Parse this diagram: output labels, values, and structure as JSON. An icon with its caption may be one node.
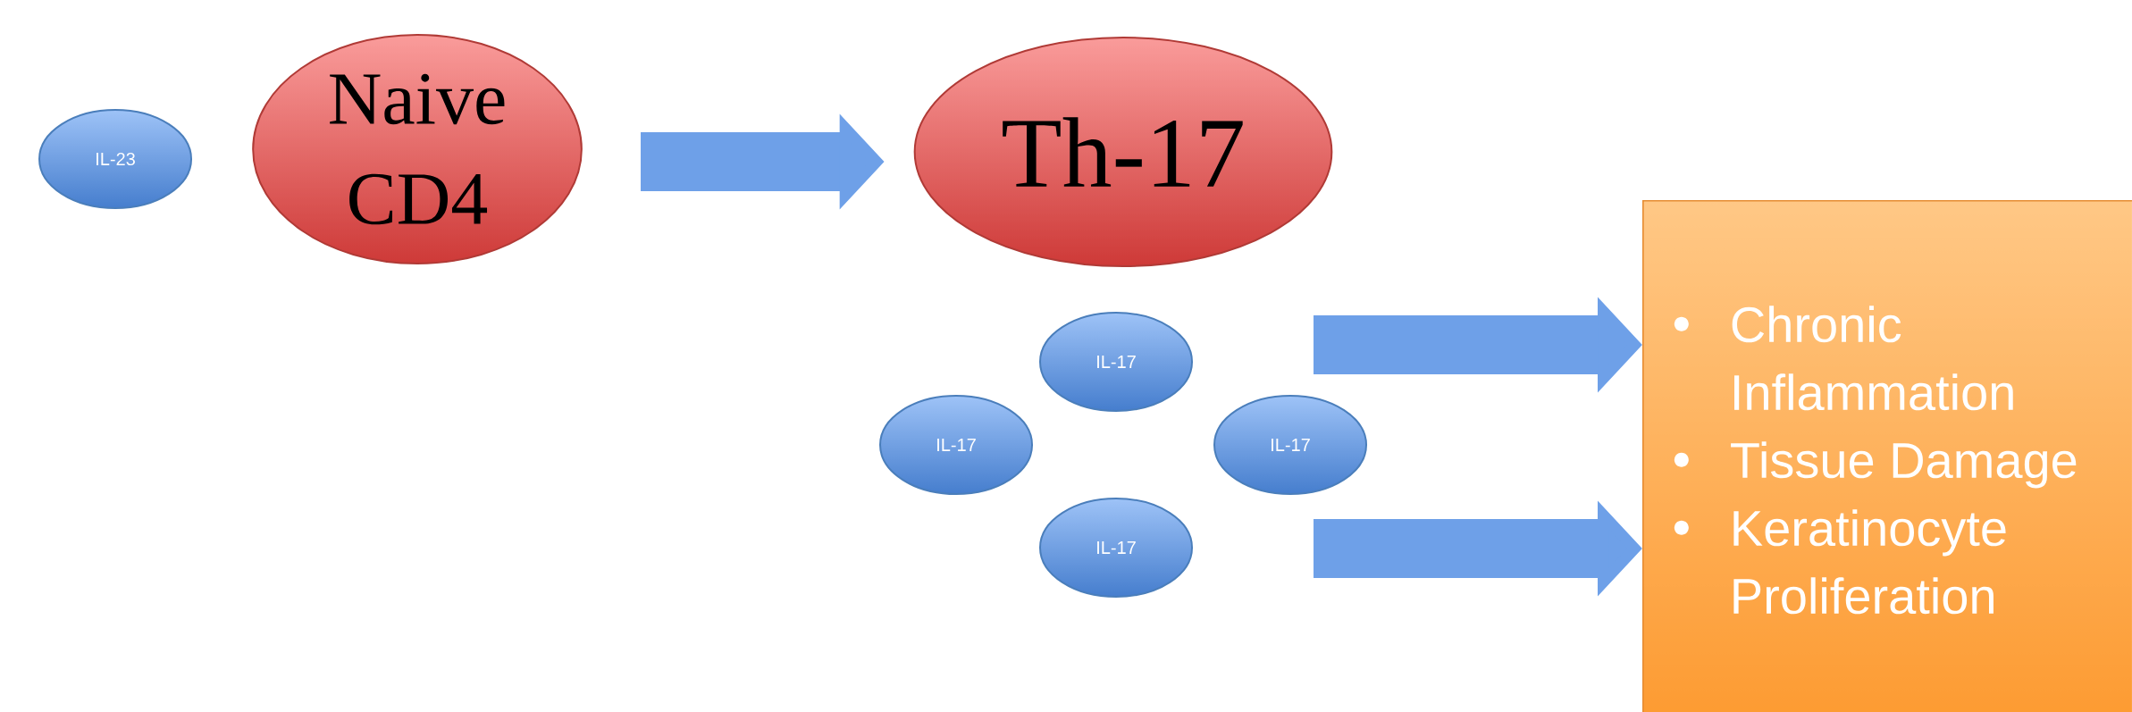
{
  "diagram": {
    "nodes": [
      {
        "text": [
          "IL-23"
        ]
      },
      {
        "text": [
          "Naive CD4"
        ]
      },
      {
        "text": [
          "Th-17"
        ]
      },
      {
        "text": [
          "IL-17"
        ]
      },
      {
        "text": [
          "IL-17"
        ]
      },
      {
        "text": [
          "IL-17"
        ]
      },
      {
        "text": [
          "IL-17"
        ]
      },
      {
        "text": [
          "Chronic Inflammation",
          "Tissue Damage",
          "Keratinocyte Proliferation"
        ]
      }
    ],
    "edges": [
      {
        "from": 1,
        "to": 2,
        "arrow": "to"
      },
      {
        "from": null,
        "to": 7,
        "arrow": "to"
      },
      {
        "from": null,
        "to": 7,
        "arrow": "to"
      }
    ]
  }
}
